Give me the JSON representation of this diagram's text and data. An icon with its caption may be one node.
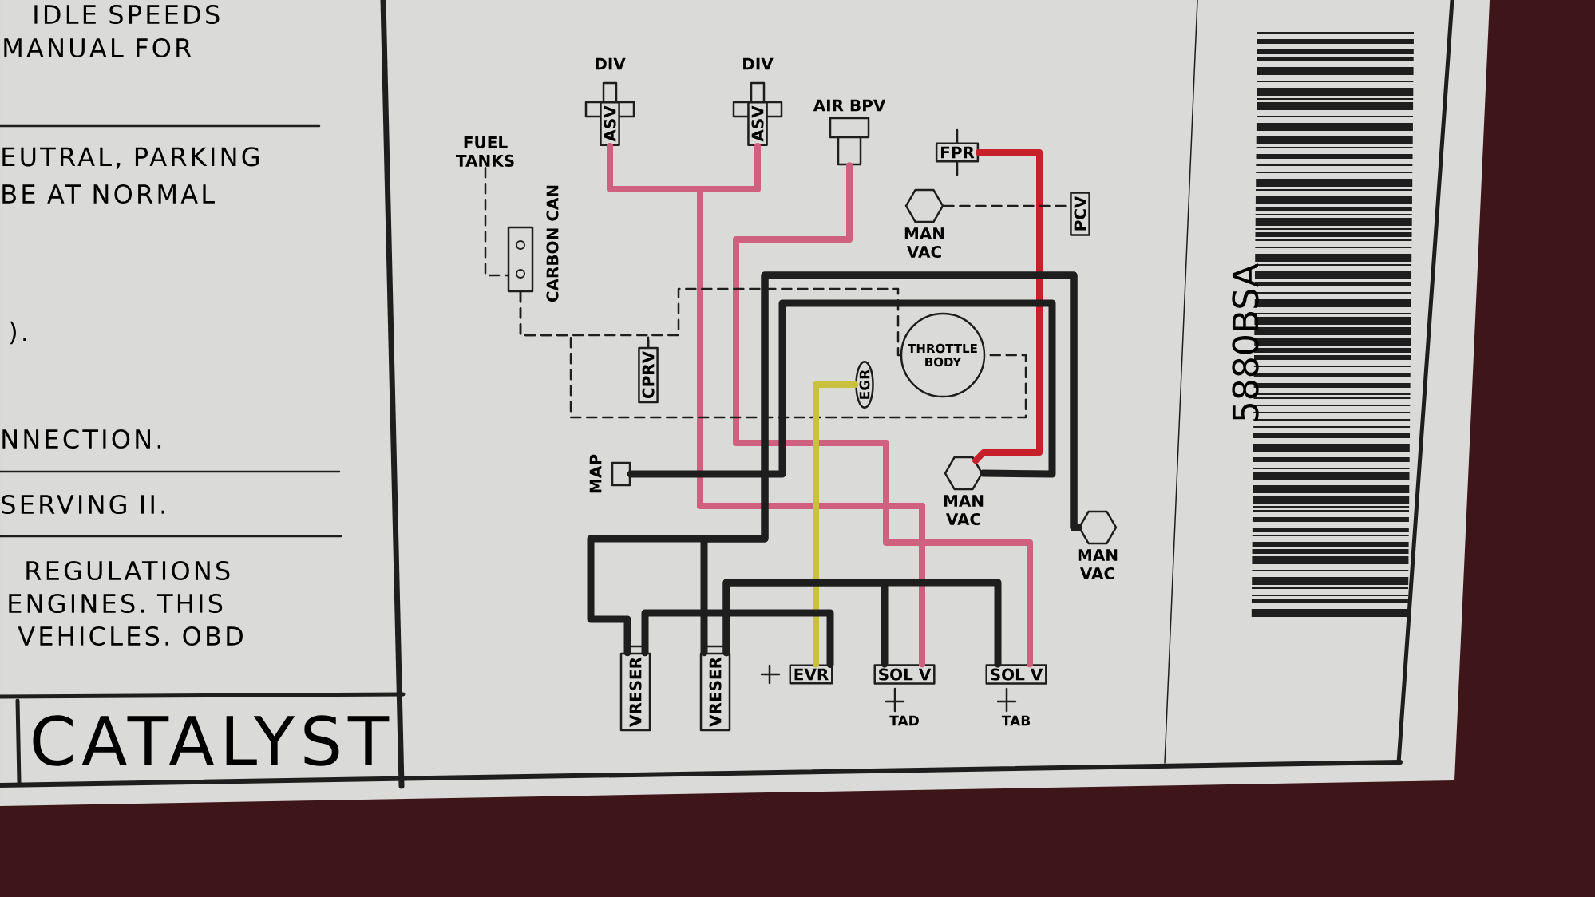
{
  "diagram": {
    "nodes": [
      {
        "text": [
          "DIV",
          "ASV"
        ]
      },
      {
        "text": [
          "DIV",
          "ASV"
        ]
      },
      {
        "text": [
          "AIR BPV"
        ]
      },
      {
        "text": [
          "FPR"
        ]
      },
      {
        "text": [
          "MAN VAC"
        ]
      },
      {
        "text": [
          "PCV"
        ]
      },
      {
        "text": [
          "FUEL TANKS"
        ]
      },
      {
        "text": [
          "CARBON CAN"
        ]
      },
      {
        "text": [
          "CPRV"
        ]
      },
      {
        "text": [
          "THROTTLE BODY"
        ]
      },
      {
        "text": [
          "EGR"
        ]
      },
      {
        "text": [
          "MAP"
        ]
      },
      {
        "text": [
          "MAN VAC"
        ]
      },
      {
        "text": [
          "MAN VAC"
        ]
      },
      {
        "text": [
          "VRESER"
        ]
      },
      {
        "text": [
          "VRESER"
        ]
      },
      {
        "text": [
          "EVR"
        ]
      },
      {
        "text": [
          "SOL V"
        ],
        "beside": [
          "TAD"
        ]
      },
      {
        "text": [
          "SOL V"
        ],
        "beside": [
          "TAB"
        ]
      }
    ],
    "edges": [
      {
        "from": 0,
        "to": 17,
        "arrow": "none",
        "color": "#d0607f"
      },
      {
        "from": 1,
        "to": 17,
        "arrow": "none",
        "color": "#d0607f"
      },
      {
        "from": 2,
        "to": 18,
        "arrow": "none",
        "color": "#d0607f"
      },
      {
        "from": 3,
        "to": 12,
        "arrow": "none",
        "color": "#c8202a"
      },
      {
        "from": 4,
        "to": 5,
        "arrow": "none",
        "style": "dashed"
      },
      {
        "from": 6,
        "to": 7,
        "arrow": "none",
        "style": "dashed"
      },
      {
        "from": 7,
        "to": 8,
        "arrow": "none",
        "style": "dashed"
      },
      {
        "from": 8,
        "to": 9,
        "arrow": "none",
        "style": "dashed"
      },
      {
        "from": 7,
        "to": 9,
        "arrow": "none",
        "style": "dashed"
      },
      {
        "from": 10,
        "to": 16,
        "arrow": "none",
        "color": "#c8c040"
      },
      {
        "from": 11,
        "to": 12,
        "arrow": "none"
      },
      {
        "from": 13,
        "to": 14,
        "arrow": "none"
      },
      {
        "from": 13,
        "to": 15,
        "arrow": "none"
      },
      {
        "from": 14,
        "to": 16,
        "arrow": "none"
      },
      {
        "from": 15,
        "to": 17,
        "arrow": "none"
      },
      {
        "from": 15,
        "to": 18,
        "arrow": "none"
      }
    ],
    "labels": [
      "IDLE SPEEDS",
      "MANUAL FOR",
      "EUTRAL, PARKING",
      "BE AT NORMAL",
      ").",
      "NNECTION.",
      "SERVING II.",
      "REGULATIONS",
      "ENGINES. THIS",
      "VEHICLES. OBD",
      "CATALYST",
      "5880BSA"
    ]
  }
}
